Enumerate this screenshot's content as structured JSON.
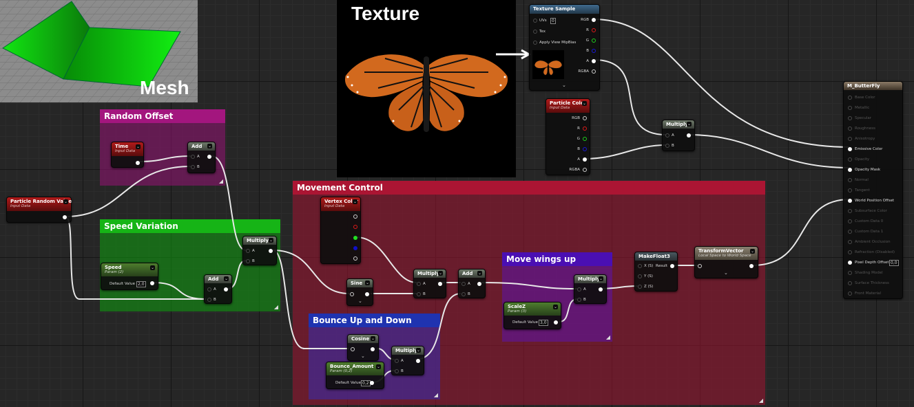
{
  "labels": {
    "mesh": "Mesh",
    "texture": "Texture"
  },
  "comments": {
    "random_offset": "Random Offset",
    "speed_variation": "Speed Variation",
    "movement_control": "Movement Control",
    "move_wings_up": "Move wings up",
    "bounce": "Bounce Up and Down"
  },
  "nodes": {
    "texture_sample": {
      "title": "Texture Sample",
      "uvs": "UVs",
      "uvs_value": "0",
      "tex": "Tex",
      "mip": "Apply View MipBias",
      "rgb": "RGB",
      "r": "R",
      "g": "G",
      "b": "B",
      "a": "A",
      "rgba": "RGBA"
    },
    "particle_color": {
      "title": "Particle Color",
      "sub": "Input Data",
      "rgb": "RGB",
      "r": "R",
      "g": "G",
      "b": "B",
      "a": "A",
      "rgba": "RGBA"
    },
    "multiply_top": {
      "title": "Multiply",
      "a": "A",
      "b": "B"
    },
    "time": {
      "title": "Time",
      "sub": "Input Data"
    },
    "add_top": {
      "title": "Add",
      "a": "A",
      "b": "B"
    },
    "particle_random": {
      "title": "Particle Random Value",
      "sub": "Input Data"
    },
    "multiply_speed": {
      "title": "Multiply",
      "a": "A",
      "b": "B"
    },
    "speed": {
      "title": "Speed",
      "sub": "Param (2)",
      "default_label": "Default Value",
      "default_value": "2,0"
    },
    "add_speed": {
      "title": "Add",
      "a": "A",
      "b": "B"
    },
    "vertex_color": {
      "title": "Vertex Color",
      "sub": "Input Data"
    },
    "sine": {
      "title": "Sine"
    },
    "multiply_mid": {
      "title": "Multiply",
      "a": "A",
      "b": "B"
    },
    "add_mid": {
      "title": "Add",
      "a": "A",
      "b": "B"
    },
    "multiply_wings": {
      "title": "Multiply",
      "a": "A",
      "b": "B"
    },
    "scale_z": {
      "title": "ScaleZ",
      "sub": "Param (3)",
      "default_label": "Default Value",
      "default_value": "3,0"
    },
    "cosine": {
      "title": "Cosine"
    },
    "bounce_amount": {
      "title": "Bounce_Amount",
      "sub": "Param (0,2)",
      "default_label": "Default Value",
      "default_value": "0,2"
    },
    "multiply_bounce": {
      "title": "Multiply",
      "a": "A",
      "b": "B"
    },
    "make_float3": {
      "title": "MakeFloat3",
      "x": "X (S)",
      "y": "Y (S)",
      "z": "Z (S)",
      "result": "Result"
    },
    "transform_vector": {
      "title": "TransformVector",
      "sub": "Local Space to World Space"
    },
    "material": {
      "title": "M_ButterFly",
      "pins": [
        {
          "label": "Base Color",
          "active": false
        },
        {
          "label": "Metallic",
          "active": false
        },
        {
          "label": "Specular",
          "active": false
        },
        {
          "label": "Roughness",
          "active": false
        },
        {
          "label": "Anisotropy",
          "active": false
        },
        {
          "label": "Emissive Color",
          "active": true
        },
        {
          "label": "Opacity",
          "active": false
        },
        {
          "label": "Opacity Mask",
          "active": true
        },
        {
          "label": "Normal",
          "active": false
        },
        {
          "label": "Tangent",
          "active": false
        },
        {
          "label": "World Position Offset",
          "active": true
        },
        {
          "label": "Subsurface Color",
          "active": false
        },
        {
          "label": "Custom Data 0",
          "active": false
        },
        {
          "label": "Custom Data 1",
          "active": false
        },
        {
          "label": "Ambient Occlusion",
          "active": false
        },
        {
          "label": "Refraction (Disabled)",
          "active": false
        },
        {
          "label": "Pixel Depth Offset",
          "active": true,
          "value": "0,0"
        },
        {
          "label": "Shading Model",
          "active": false
        },
        {
          "label": "Surface Thickness",
          "active": false
        },
        {
          "label": "Front Material",
          "active": false
        }
      ]
    }
  },
  "colors": {
    "random_offset": "#8a1266",
    "speed_variation": "#0f8a0f",
    "movement_control": "#8c1630",
    "move_wings_up": "#5a1a8a",
    "bounce": "#3a2a8a",
    "wire": "#e8e8e8"
  }
}
